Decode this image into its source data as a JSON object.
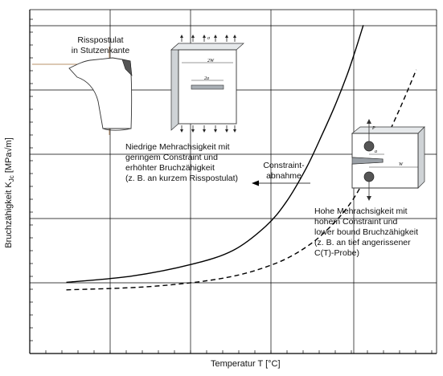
{
  "chart_data": {
    "type": "line",
    "xlabel": "Temperatur  T [°C]",
    "ylabel_main": "Bruchzähigkeit K",
    "ylabel_sub": "Jc",
    "ylabel_unit": " [MPa√m]",
    "grid": true,
    "series": [
      {
        "style": "solid",
        "x": [
          0.09,
          0.25,
          0.4,
          0.5,
          0.58,
          0.63,
          0.68,
          0.72,
          0.75,
          0.78,
          0.8,
          0.82
        ],
        "y": [
          0.207,
          0.225,
          0.26,
          0.3,
          0.37,
          0.44,
          0.54,
          0.64,
          0.72,
          0.81,
          0.88,
          0.955
        ]
      },
      {
        "style": "dashed",
        "x": [
          0.09,
          0.3,
          0.48,
          0.6,
          0.68,
          0.74,
          0.79,
          0.83,
          0.86,
          0.89,
          0.92,
          0.95
        ],
        "y": [
          0.185,
          0.195,
          0.22,
          0.26,
          0.31,
          0.37,
          0.44,
          0.52,
          0.58,
          0.66,
          0.74,
          0.825
        ]
      }
    ]
  },
  "annotations": {
    "risspostulat": [
      "Risspostulat",
      "in Stutzenkante"
    ],
    "niedrig": [
      "Niedrige Mehrachsigkeit mit",
      "geringem Constraint und",
      "erhöhter Bruchzähigkeit",
      "(z. B. an kurzem Risspostulat)"
    ],
    "constraint": [
      "Constraint-",
      "abnahme"
    ],
    "hoch": [
      "Hohe Mehrachsigkeit mit",
      "hohem Constraint und",
      "lower bound Bruchzähigkeit",
      "(z. B. an tief angerissener",
      "C(T)-Probe)"
    ]
  },
  "specimen_labels": {
    "plate_width": "2W",
    "plate_crack": "2a",
    "plate_sigma": "σ",
    "ct_width": "W",
    "ct_crack": "a",
    "ct_load": "P"
  }
}
